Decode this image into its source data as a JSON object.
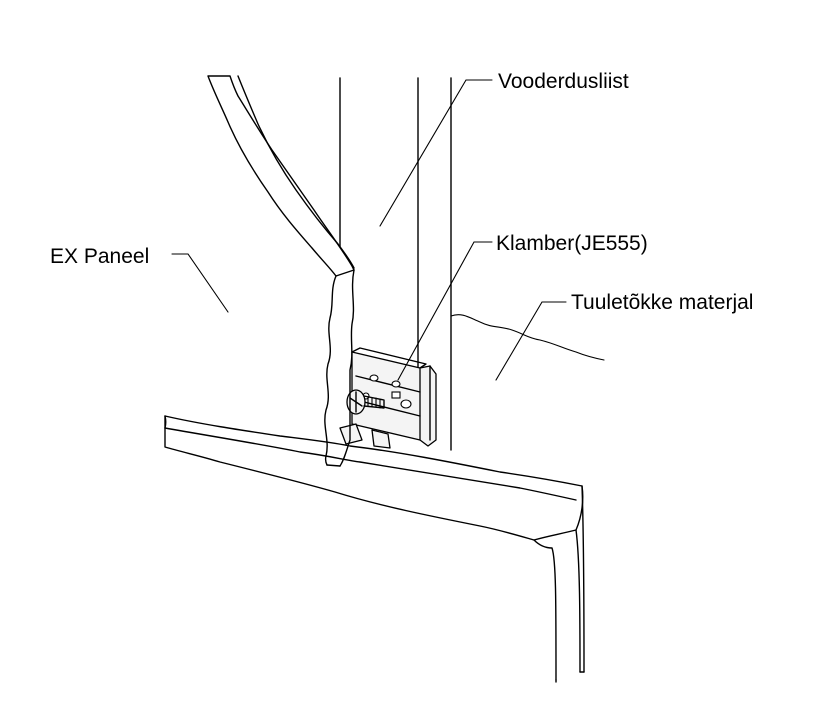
{
  "labels": {
    "lining_strip": "Vooderdusliist",
    "ex_panel": "EX Paneel",
    "clamp": "Klamber(JE555)",
    "windproof_material": "Tuuletõkke materjal"
  },
  "colors": {
    "line": "#000000",
    "background": "#ffffff",
    "metal_fill": "#f4f4f4"
  }
}
